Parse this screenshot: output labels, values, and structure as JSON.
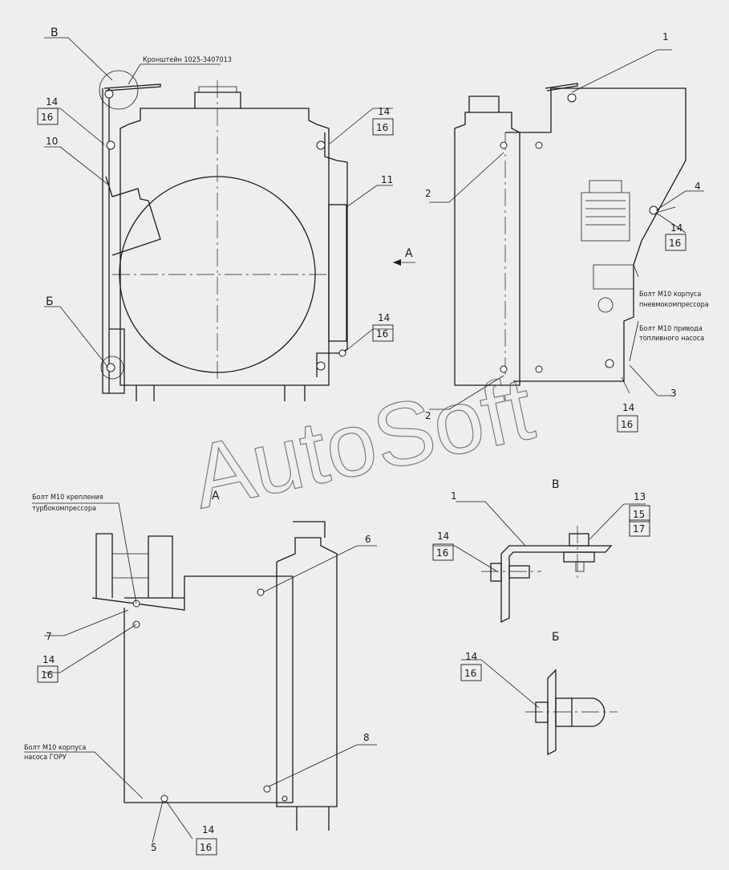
{
  "views": {
    "view_a": "А",
    "view_b": "Б",
    "view_v": "В"
  },
  "notes": {
    "bracket": "Кронштейн 1025-3407013",
    "compressor_bolt_1": "Болт М10 корпуса",
    "compressor_bolt_2": "пневмокомпрессора",
    "fuel_bolt_1": "Болт М10 привода",
    "fuel_bolt_2": "топливного насоса",
    "turbo_bolt_1": "Болт М10 крепления",
    "turbo_bolt_2": "турбокомпрессора",
    "pump_bolt_1": "Болт М10 корпуса",
    "pump_bolt_2": "насоса ГОРУ"
  },
  "callouts": {
    "p1": "1",
    "p2": "2",
    "p3": "3",
    "p4": "4",
    "p5": "5",
    "p6": "6",
    "p7": "7",
    "p8": "8",
    "p10": "10",
    "p11": "11",
    "p13": "13",
    "p14": "14",
    "p15": "15",
    "p16": "16",
    "p17": "17"
  },
  "view_arrow_label": "А",
  "watermark": "AutoSoft"
}
